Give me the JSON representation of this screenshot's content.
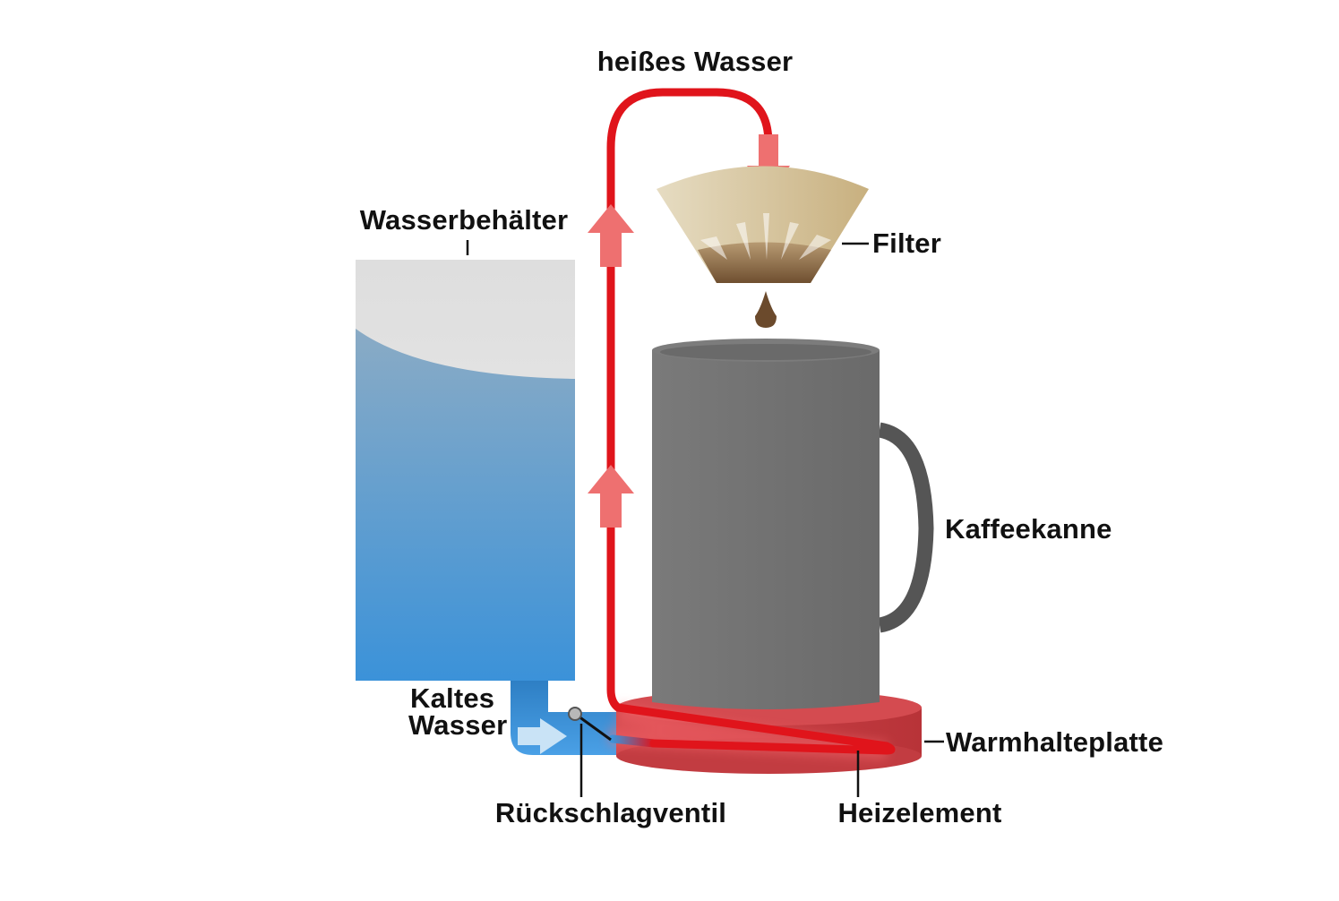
{
  "labels": {
    "hot_water": "heißes Wasser",
    "water_tank": "Wasserbehälter",
    "filter": "Filter",
    "coffee_pot": "Kaffeekanne",
    "cold_water_line1": "Kaltes",
    "cold_water_line2": "Wasser",
    "check_valve": "Rückschlagventil",
    "warming_plate": "Warmhalteplatte",
    "heating_element": "Heizelement"
  },
  "colors": {
    "hot_pipe": "#e0141b",
    "hot_arrow": "#ee7070",
    "water_top": "#8aabc5",
    "water_bottom": "#3b92d9",
    "cold_pipe": "#3b92d9",
    "pot_body": "#777777",
    "pot_rim": "#7c7c7c",
    "pot_handle": "#555555",
    "plate": "#c43f44",
    "filter_paper": "#d4c29a",
    "coffee": "#6b4a2c"
  }
}
